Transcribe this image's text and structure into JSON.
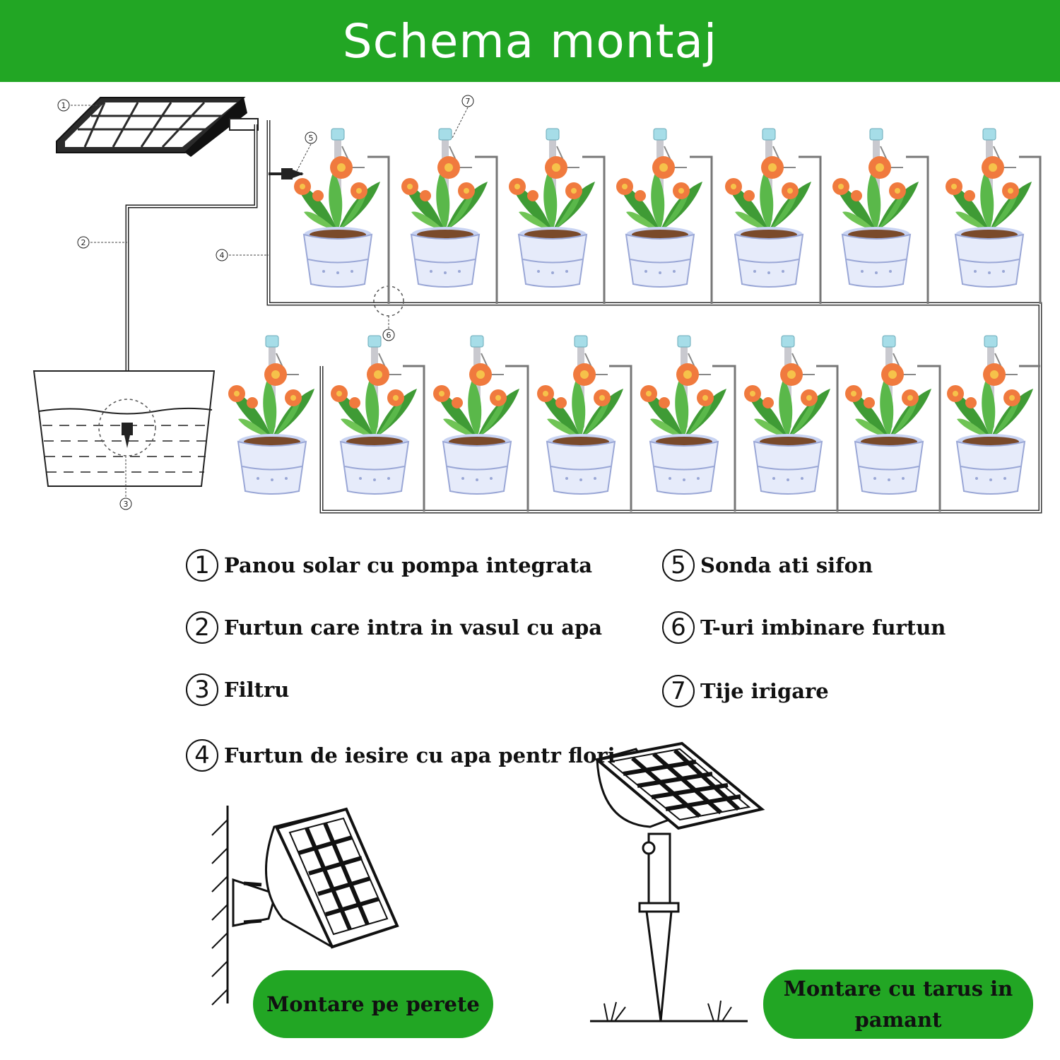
{
  "header": {
    "title": "Schema montaj",
    "bg_color": "#22a624"
  },
  "callouts": [
    "1",
    "2",
    "3",
    "4",
    "5",
    "6",
    "7"
  ],
  "legend": [
    {
      "num": "1",
      "text": "Panou solar cu pompa integrata"
    },
    {
      "num": "2",
      "text": "Furtun care intra in vasul cu apa"
    },
    {
      "num": "3",
      "text": "Filtru"
    },
    {
      "num": "4",
      "text": "Furtun de iesire cu apa pentr flori"
    },
    {
      "num": "5",
      "text": "Sonda ati sifon"
    },
    {
      "num": "6",
      "text": "T-uri imbinare furtun"
    },
    {
      "num": "7",
      "text": "Tije irigare"
    }
  ],
  "mounting": {
    "wall_label": "Montare pe perete",
    "stake_label": "Montare cu tarus in pamant"
  },
  "pots": {
    "top_row_count": 7,
    "bottom_row_count": 8
  }
}
